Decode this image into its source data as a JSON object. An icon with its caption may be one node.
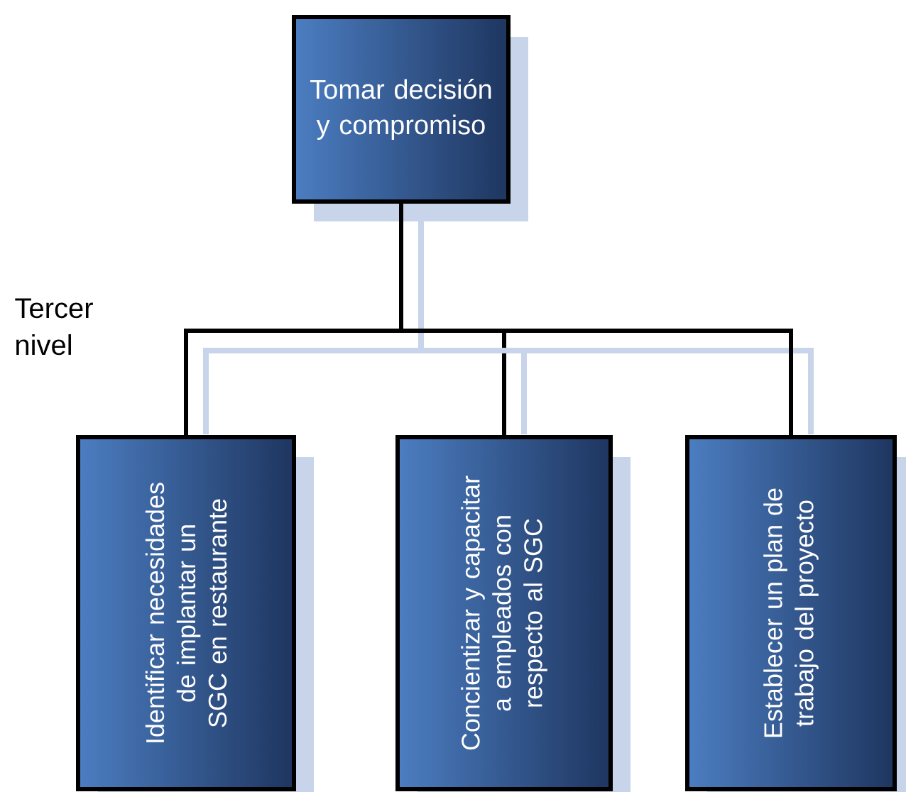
{
  "diagram": {
    "nodes": [
      {
        "text": [
          "Tomar decisión y compromiso"
        ]
      },
      {
        "text": [
          "Identificar necesidades de implantar un SGC en restaurante"
        ]
      },
      {
        "text": [
          "Concientizar y capacitar a empleados con respecto al SGC"
        ]
      },
      {
        "text": [
          "Establecer un plan de trabajo del proyecto"
        ]
      }
    ],
    "edges": [
      {
        "from": 0,
        "to": 1,
        "arrow": "none"
      },
      {
        "from": 0,
        "to": 2,
        "arrow": "none"
      },
      {
        "from": 0,
        "to": 3,
        "arrow": "none"
      }
    ],
    "labels": [
      "Tercer nivel"
    ]
  }
}
